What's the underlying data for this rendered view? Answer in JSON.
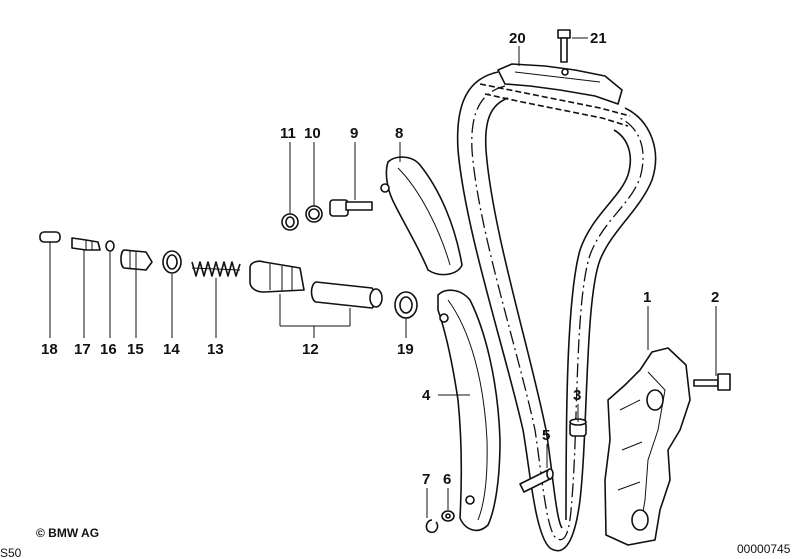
{
  "diagram": {
    "callouts": [
      "1",
      "2",
      "3",
      "4",
      "5",
      "6",
      "7",
      "8",
      "9",
      "10",
      "11",
      "12",
      "13",
      "14",
      "15",
      "16",
      "17",
      "18",
      "19",
      "20",
      "21"
    ],
    "copyright": "© BMW AG",
    "model_code": "S50",
    "drawing_number": "00000745"
  }
}
